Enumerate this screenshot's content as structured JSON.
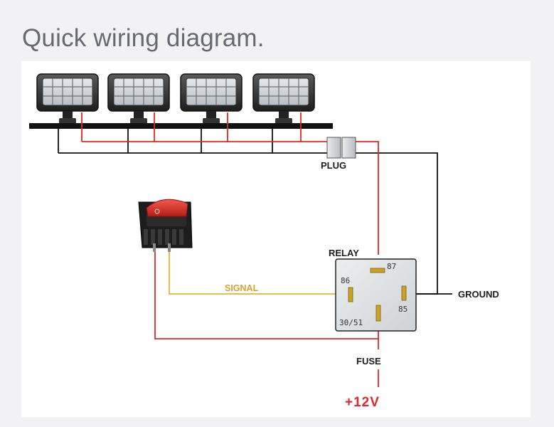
{
  "page": {
    "title": "Quick wiring diagram."
  },
  "diagram": {
    "labels": {
      "plug": "PLUG",
      "relay": "RELAY",
      "signal": "SIGNAL",
      "ground": "GROUND",
      "fuse": "FUSE",
      "supply": "+12V"
    },
    "relay_pins": {
      "p87": "87",
      "p86": "86",
      "p85": "85",
      "p30": "30/51"
    },
    "lamp_count": 4,
    "colors": {
      "power": "#e2272a",
      "ground": "#111111",
      "signal": "#e8b43a",
      "relay_terminal": "#c9a227",
      "switch_rocker": "#d32a24"
    }
  }
}
